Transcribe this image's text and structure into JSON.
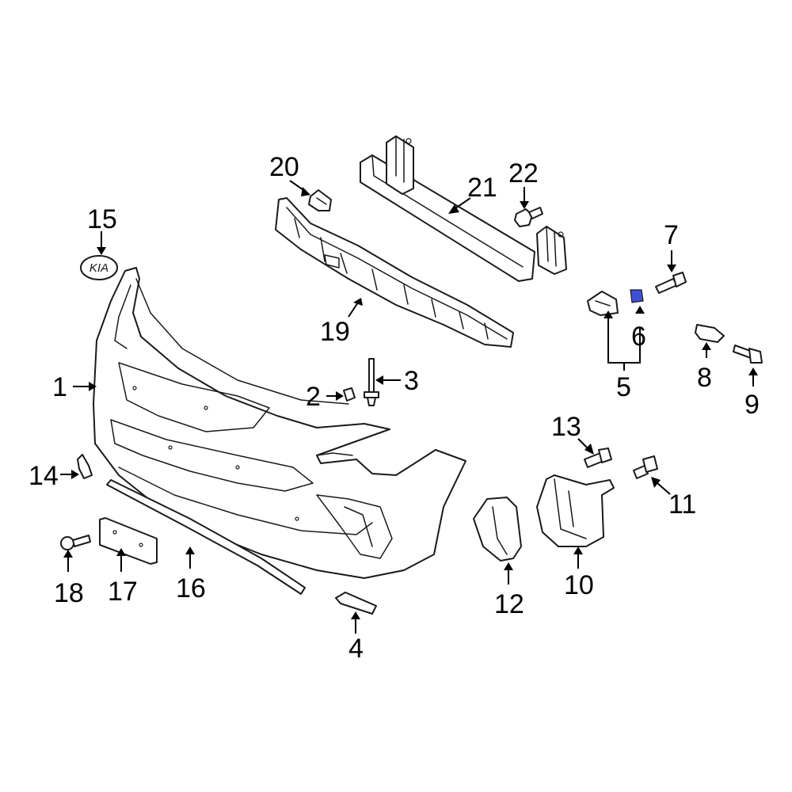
{
  "diagram": {
    "callouts": {
      "c1": "1",
      "c2": "2",
      "c3": "3",
      "c4": "4",
      "c5": "5",
      "c6": "6",
      "c7": "7",
      "c8": "8",
      "c9": "9",
      "c10": "10",
      "c11": "11",
      "c12": "12",
      "c13": "13",
      "c14": "14",
      "c15": "15",
      "c16": "16",
      "c17": "17",
      "c18": "18",
      "c19": "19",
      "c20": "20",
      "c21": "21",
      "c22": "22"
    },
    "logo_text": "KIA",
    "highlight_color": "#3f4fd6"
  }
}
